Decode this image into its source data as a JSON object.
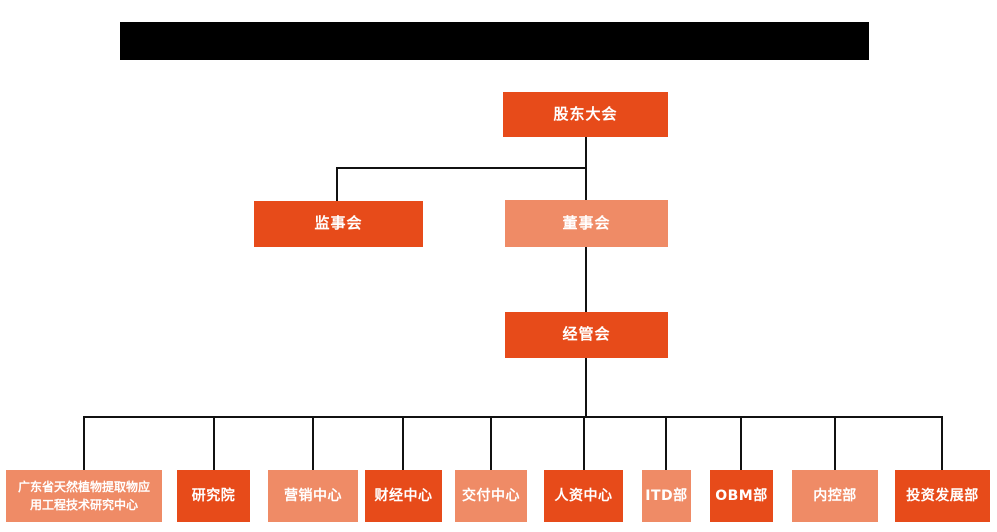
{
  "canvas": {
    "background": "#ffffff"
  },
  "colors": {
    "primary": "#e74b1a",
    "secondary": "#ef8b66",
    "line": "#111111",
    "text": "#ffffff",
    "redaction": "#000000"
  },
  "org_chart": {
    "title_bar": {
      "redacted": true
    },
    "levels": {
      "shareholders": {
        "label": "股东大会",
        "tone": "primary"
      },
      "supervisory_board": {
        "label": "监事会",
        "tone": "primary"
      },
      "board_of_directors": {
        "label": "董事会",
        "tone": "secondary"
      },
      "management_committee": {
        "label": "经管会",
        "tone": "primary"
      }
    },
    "departments": [
      {
        "label": "广东省天然植物提取物应用工程技术研究中心",
        "tone": "secondary"
      },
      {
        "label": "研究院",
        "tone": "primary"
      },
      {
        "label": "营销中心",
        "tone": "secondary"
      },
      {
        "label": "财经中心",
        "tone": "primary"
      },
      {
        "label": "交付中心",
        "tone": "secondary"
      },
      {
        "label": "人资中心",
        "tone": "primary"
      },
      {
        "label": "ITD部",
        "tone": "secondary"
      },
      {
        "label": "OBM部",
        "tone": "primary"
      },
      {
        "label": "内控部",
        "tone": "secondary"
      },
      {
        "label": "投资发展部",
        "tone": "primary"
      }
    ]
  }
}
